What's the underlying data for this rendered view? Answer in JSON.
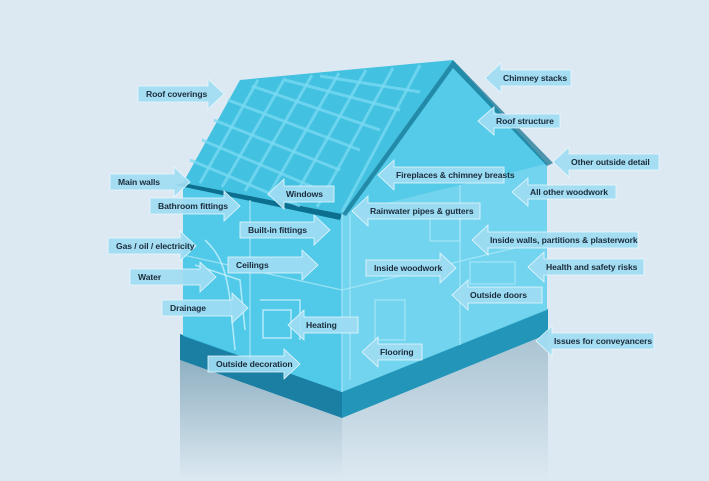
{
  "diagram": {
    "labels": [
      {
        "id": "roof-coverings",
        "text": "Roof coverings"
      },
      {
        "id": "chimney-stacks",
        "text": "Chimney stacks"
      },
      {
        "id": "roof-structure",
        "text": "Roof structure"
      },
      {
        "id": "other-outside-detail",
        "text": "Other outside detail"
      },
      {
        "id": "main-walls",
        "text": "Main walls"
      },
      {
        "id": "fireplaces-chimney-breasts",
        "text": "Fireplaces & chimney breasts"
      },
      {
        "id": "all-other-woodwork",
        "text": "All other woodwork"
      },
      {
        "id": "windows",
        "text": "Windows"
      },
      {
        "id": "bathroom-fittings",
        "text": "Bathroom fittings"
      },
      {
        "id": "rainwater-pipes-gutters",
        "text": "Rainwater pipes & gutters"
      },
      {
        "id": "built-in-fittings",
        "text": "Built-in fittings"
      },
      {
        "id": "inside-walls-partitions-plasterwork",
        "text": "Inside walls, partitions & plasterwork"
      },
      {
        "id": "gas-oil-electricity",
        "text": "Gas / oil / electricity"
      },
      {
        "id": "ceilings",
        "text": "Ceilings"
      },
      {
        "id": "inside-woodwork",
        "text": "Inside woodwork"
      },
      {
        "id": "health-safety-risks",
        "text": "Health and safety risks"
      },
      {
        "id": "water",
        "text": "Water"
      },
      {
        "id": "outside-doors",
        "text": "Outside doors"
      },
      {
        "id": "drainage",
        "text": "Drainage"
      },
      {
        "id": "heating",
        "text": "Heating"
      },
      {
        "id": "issues-for-conveyancers",
        "text": "Issues for conveyancers"
      },
      {
        "id": "flooring",
        "text": "Flooring"
      },
      {
        "id": "outside-decoration",
        "text": "Outside decoration"
      }
    ]
  }
}
